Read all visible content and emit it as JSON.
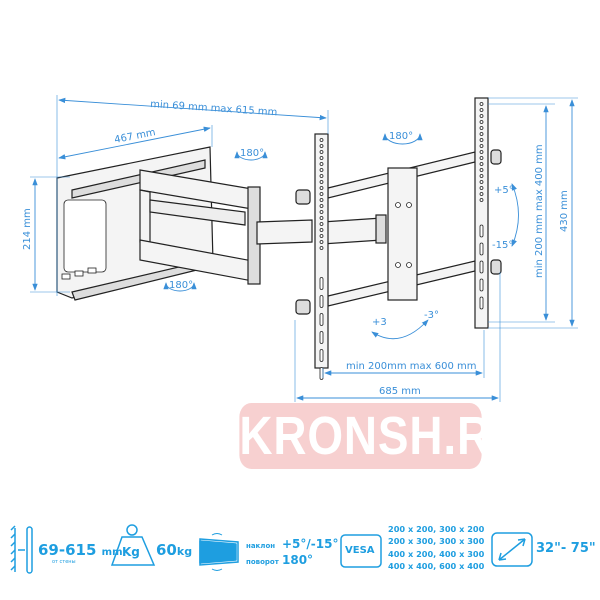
{
  "diagram": {
    "dims": {
      "total_depth": "min 69 mm max 615 mm",
      "arm_length": "467 mm",
      "wall_plate_height": "214 mm",
      "rotation_top": "180°",
      "rotation_bottom": "180°",
      "rotation_head": "180°",
      "tilt_up": "+5°",
      "tilt_down": "-15°",
      "vesa_vertical": "min 200 mm max 400 mm",
      "rail_height": "430 mm",
      "level_plus": "+3",
      "level_minus": "-3°",
      "vesa_horizontal": "min  200mm max 600 mm",
      "total_width": "685 mm"
    },
    "watermark": "KRONSH.RU",
    "colors": {
      "dimension": "#3a8fd8",
      "spec": "#1e9ee0",
      "watermark": "#f0aaaa"
    }
  },
  "specs": {
    "distance": {
      "value": "69-615",
      "unit": "mm",
      "note": "от стены",
      "icon": "wall-distance-icon"
    },
    "weight": {
      "icon_label": "Kg",
      "value": "60",
      "unit": "kg",
      "icon": "weight-icon"
    },
    "tilt": {
      "tilt_label": "наклон",
      "tilt_value": "+5°/-15°",
      "swivel_label": "поворот",
      "swivel_value": "180°",
      "icon": "tilt-swivel-icon"
    },
    "vesa": {
      "icon_label": "VESA",
      "lines": [
        "200 x 200, 300 x 200",
        "200 x 300, 300 x 300",
        "400 x 200, 400 x 300",
        "400 x 400, 600 x 400"
      ]
    },
    "screen": {
      "value": "32\"- 75\"",
      "icon": "screen-diagonal-icon"
    }
  }
}
